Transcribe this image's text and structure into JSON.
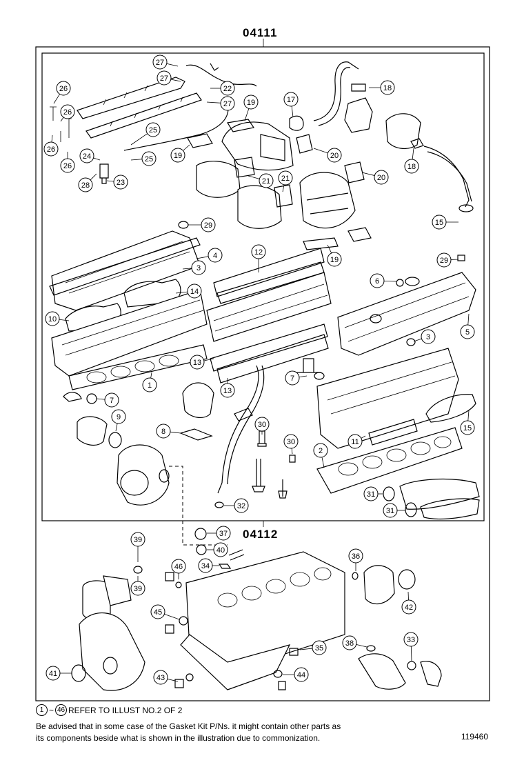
{
  "kits": {
    "outer": "04111",
    "inner": "04112"
  },
  "callouts": [
    {
      "id": "c27a",
      "num": "27"
    },
    {
      "id": "c27b",
      "num": "27"
    },
    {
      "id": "c22",
      "num": "22"
    },
    {
      "id": "c27c",
      "num": "27"
    },
    {
      "id": "c26a",
      "num": "26"
    },
    {
      "id": "c26b",
      "num": "26"
    },
    {
      "id": "c26c",
      "num": "26"
    },
    {
      "id": "c26d",
      "num": "26"
    },
    {
      "id": "c25a",
      "num": "25"
    },
    {
      "id": "c25b",
      "num": "25"
    },
    {
      "id": "c24",
      "num": "24"
    },
    {
      "id": "c28",
      "num": "28"
    },
    {
      "id": "c23",
      "num": "23"
    },
    {
      "id": "c19a",
      "num": "19"
    },
    {
      "id": "c19b",
      "num": "19"
    },
    {
      "id": "c21a",
      "num": "21"
    },
    {
      "id": "c21b",
      "num": "21"
    },
    {
      "id": "c17",
      "num": "17"
    },
    {
      "id": "c18a",
      "num": "18"
    },
    {
      "id": "c18b",
      "num": "18"
    },
    {
      "id": "c20a",
      "num": "20"
    },
    {
      "id": "c20b",
      "num": "20"
    },
    {
      "id": "c15a",
      "num": "15"
    },
    {
      "id": "c29a",
      "num": "29"
    },
    {
      "id": "c29b",
      "num": "29"
    },
    {
      "id": "c19c",
      "num": "19"
    },
    {
      "id": "c12",
      "num": "12"
    },
    {
      "id": "c4",
      "num": "4"
    },
    {
      "id": "c3a",
      "num": "3"
    },
    {
      "id": "c14",
      "num": "14"
    },
    {
      "id": "c6",
      "num": "6"
    },
    {
      "id": "c10",
      "num": "10"
    },
    {
      "id": "c5",
      "num": "5"
    },
    {
      "id": "c3b",
      "num": "3"
    },
    {
      "id": "c13a",
      "num": "13"
    },
    {
      "id": "c13b",
      "num": "13"
    },
    {
      "id": "c1",
      "num": "1"
    },
    {
      "id": "c7a",
      "num": "7"
    },
    {
      "id": "c7b",
      "num": "7"
    },
    {
      "id": "c9",
      "num": "9"
    },
    {
      "id": "c8",
      "num": "8"
    },
    {
      "id": "c30a",
      "num": "30"
    },
    {
      "id": "c30b",
      "num": "30"
    },
    {
      "id": "c15b",
      "num": "15"
    },
    {
      "id": "c11",
      "num": "11"
    },
    {
      "id": "c2",
      "num": "2"
    },
    {
      "id": "c31a",
      "num": "31"
    },
    {
      "id": "c31b",
      "num": "31"
    },
    {
      "id": "c32",
      "num": "32"
    },
    {
      "id": "c37",
      "num": "37"
    },
    {
      "id": "c40",
      "num": "40"
    },
    {
      "id": "c39a",
      "num": "39"
    },
    {
      "id": "c39b",
      "num": "39"
    },
    {
      "id": "c46",
      "num": "46"
    },
    {
      "id": "c34",
      "num": "34"
    },
    {
      "id": "c36",
      "num": "36"
    },
    {
      "id": "c42",
      "num": "42"
    },
    {
      "id": "c45",
      "num": "45"
    },
    {
      "id": "c35",
      "num": "35"
    },
    {
      "id": "c38",
      "num": "38"
    },
    {
      "id": "c33",
      "num": "33"
    },
    {
      "id": "c41",
      "num": "41"
    },
    {
      "id": "c43",
      "num": "43"
    },
    {
      "id": "c44",
      "num": "44"
    }
  ],
  "notes": {
    "refer_start": "1",
    "refer_tilde": "~",
    "refer_end": "46",
    "refer_text": "REFER TO ILLUST NO.2 OF 2",
    "line1": "Be advised that in some case of the Gasket Kit P/Ns.  it might contain other parts as",
    "line2": "its components beside what is shown in the illustration due to commonization."
  },
  "illustration_number": "119460"
}
